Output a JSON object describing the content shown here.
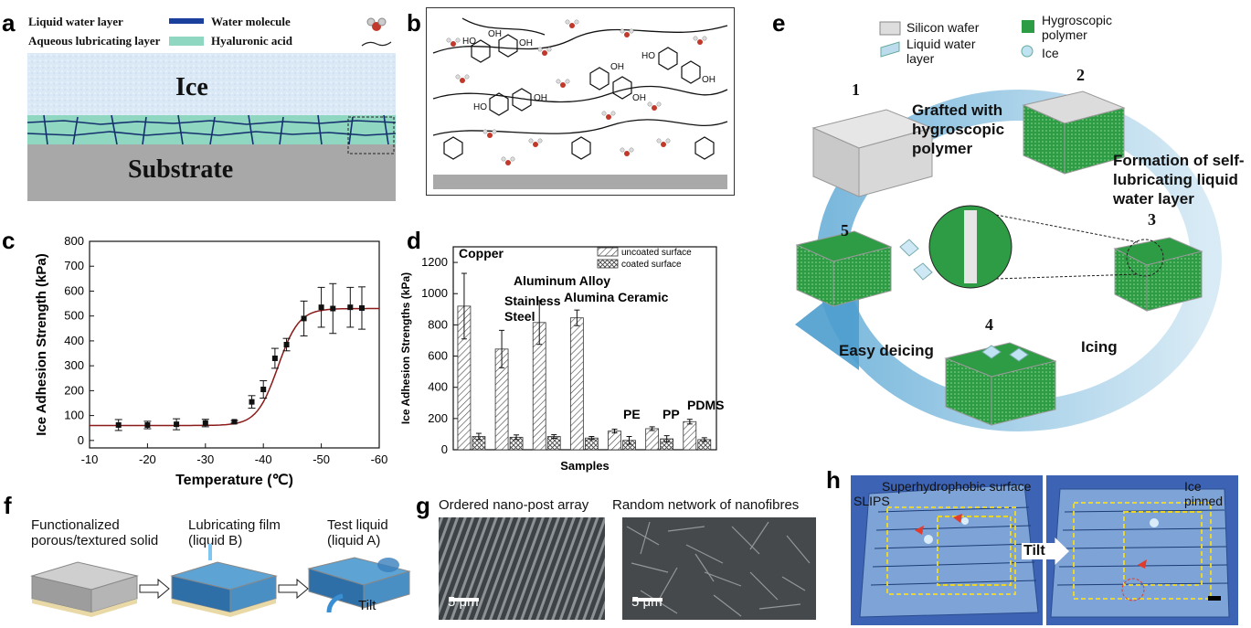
{
  "panels": {
    "a": {
      "label": "a",
      "legend": {
        "liquid_water_layer": "Liquid water layer",
        "aqueous_lubricating_layer": "Aqueous lubricating layer",
        "water_molecule": "Water molecule",
        "hyaluronic_acid": "Hyaluronic acid"
      },
      "ice_label": "Ice",
      "substrate_label": "Substrate",
      "colors": {
        "ice": "#dbe8f5",
        "water": "#1a3f9c",
        "hyaluronic": "#8fd7c0",
        "substrate": "#a8a8a8"
      }
    },
    "b": {
      "label": "b",
      "oh_label": "OH",
      "ho_label": "HO"
    },
    "c": {
      "label": "c"
    },
    "d": {
      "label": "d"
    },
    "e": {
      "label": "e",
      "legend": {
        "silicon_wafer": "Silicon wafer",
        "liquid_water_layer": "Liquid water layer",
        "hygroscopic_polymer": "Hygroscopic polymer",
        "ice": "Ice"
      },
      "steps": [
        "1",
        "2",
        "3",
        "4",
        "5"
      ],
      "grafted": "Grafted with hygroscopic polymer",
      "formation": "Formation of self-lubricating liquid water layer",
      "icing": "Icing",
      "easy_deicing": "Easy deicing"
    },
    "f": {
      "label": "f",
      "functionalized": "Functionalized porous/textured solid",
      "lubricating_film": "Lubricating film (liquid B)",
      "test_liquid": "Test liquid (liquid A)",
      "tilt": "Tilt"
    },
    "g": {
      "label": "g",
      "ordered": "Ordered nano-post array",
      "random": "Random network of nanofibres",
      "scale": "5 μm"
    },
    "h": {
      "label": "h",
      "slips": "SLIPS",
      "superhydrophobic": "Superhydrophobic surface",
      "ice_pinned": "Ice pinned",
      "tilt": "Tilt"
    }
  },
  "chart_data": [
    {
      "type": "scatter",
      "panel": "c",
      "xlabel": "Temperature (℃)",
      "ylabel": "Ice Adhesion Strength (kPa)",
      "x_ticks": [
        "-10",
        "-20",
        "-30",
        "-40",
        "-50",
        "-60"
      ],
      "y_ticks": [
        "0",
        "100",
        "200",
        "300",
        "400",
        "500",
        "600",
        "700",
        "800"
      ],
      "xlim": [
        -10,
        -60
      ],
      "ylim": [
        -30,
        800
      ],
      "points": [
        {
          "x": -15,
          "y": 62,
          "err": 22
        },
        {
          "x": -20,
          "y": 62,
          "err": 15
        },
        {
          "x": -25,
          "y": 65,
          "err": 22
        },
        {
          "x": -30,
          "y": 70,
          "err": 15
        },
        {
          "x": -35,
          "y": 75,
          "err": 5
        },
        {
          "x": -38,
          "y": 155,
          "err": 25
        },
        {
          "x": -40,
          "y": 205,
          "err": 35
        },
        {
          "x": -42,
          "y": 330,
          "err": 40
        },
        {
          "x": -44,
          "y": 385,
          "err": 25
        },
        {
          "x": -47,
          "y": 490,
          "err": 70
        },
        {
          "x": -50,
          "y": 535,
          "err": 80
        },
        {
          "x": -52,
          "y": 530,
          "err": 100
        },
        {
          "x": -55,
          "y": 535,
          "err": 80
        },
        {
          "x": -57,
          "y": 532,
          "err": 85
        }
      ],
      "fit": {
        "low": 60,
        "high": 530,
        "x0": -42.5,
        "k": 0.55
      },
      "fit_color": "#8b1a1a"
    },
    {
      "type": "bar",
      "panel": "d",
      "xlabel": "Samples",
      "ylabel": "Ice Adhesion Strengths (kPa)",
      "y_ticks": [
        "0",
        "200",
        "400",
        "600",
        "800",
        "1000",
        "1200"
      ],
      "ylim": [
        0,
        1300
      ],
      "categories": [
        "Copper",
        "Stainless Steel",
        "Aluminum Alloy",
        "Alumina Ceramic",
        "PE",
        "PP",
        "PDMS"
      ],
      "series": [
        {
          "name": "uncoated surface",
          "values": [
            920,
            645,
            815,
            845,
            120,
            135,
            180
          ],
          "errors": [
            210,
            120,
            140,
            50,
            12,
            12,
            15
          ]
        },
        {
          "name": "coated surface",
          "values": [
            85,
            80,
            85,
            75,
            60,
            70,
            65
          ],
          "errors": [
            20,
            15,
            12,
            10,
            25,
            20,
            12
          ]
        }
      ]
    }
  ]
}
